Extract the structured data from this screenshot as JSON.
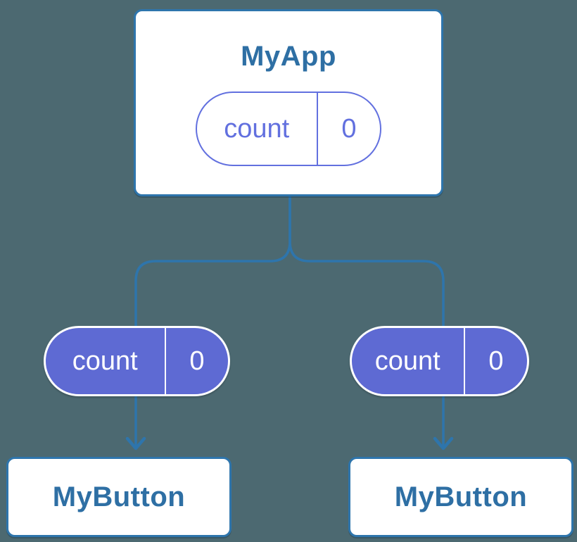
{
  "colors": {
    "background": "#4C6971",
    "edge_blue": "#2E75AC",
    "node_border_blue": "#2E75AC",
    "node_text_blue": "#2E6FA4",
    "pill_fill_purple": "#5E6AD3",
    "pill_outline_purple": "#6270DF",
    "node_fill": "#FFFFFF"
  },
  "tree": {
    "root": {
      "label": "MyApp",
      "state_pill": {
        "name": "count",
        "value": "0"
      }
    },
    "children": [
      {
        "label": "MyButton",
        "prop_pill": {
          "name": "count",
          "value": "0"
        }
      },
      {
        "label": "MyButton",
        "prop_pill": {
          "name": "count",
          "value": "0"
        }
      }
    ]
  }
}
